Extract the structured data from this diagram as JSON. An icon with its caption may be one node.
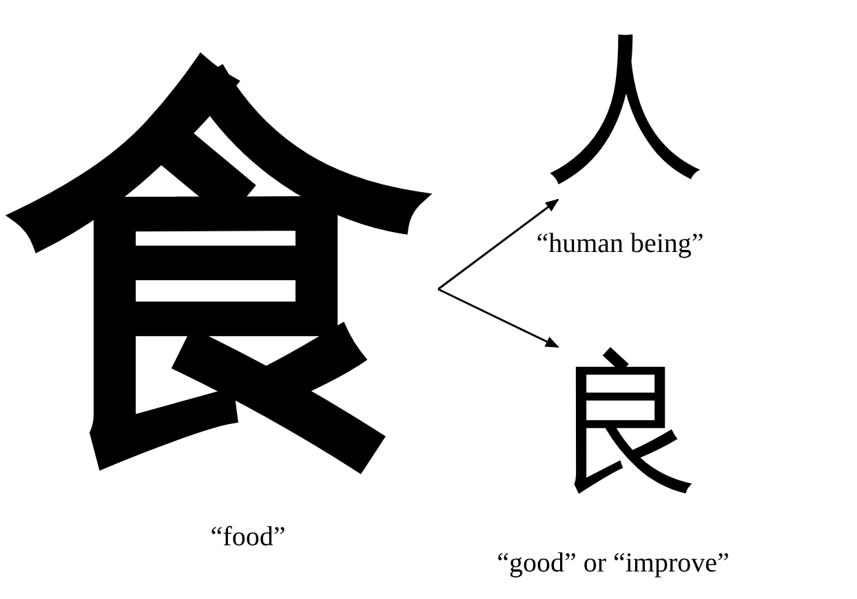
{
  "diagram": {
    "nodes": [
      {
        "text": [
          "食"
        ],
        "beside": [
          "“food”"
        ]
      },
      {
        "text": [
          "人"
        ],
        "beside": [
          "“human being”"
        ]
      },
      {
        "text": [
          "良"
        ],
        "beside": [
          "“good” or “improve”"
        ]
      }
    ],
    "edges": [
      {
        "from": 0,
        "to": 1,
        "arrow": "to"
      },
      {
        "from": 0,
        "to": 2,
        "arrow": "to"
      }
    ]
  }
}
